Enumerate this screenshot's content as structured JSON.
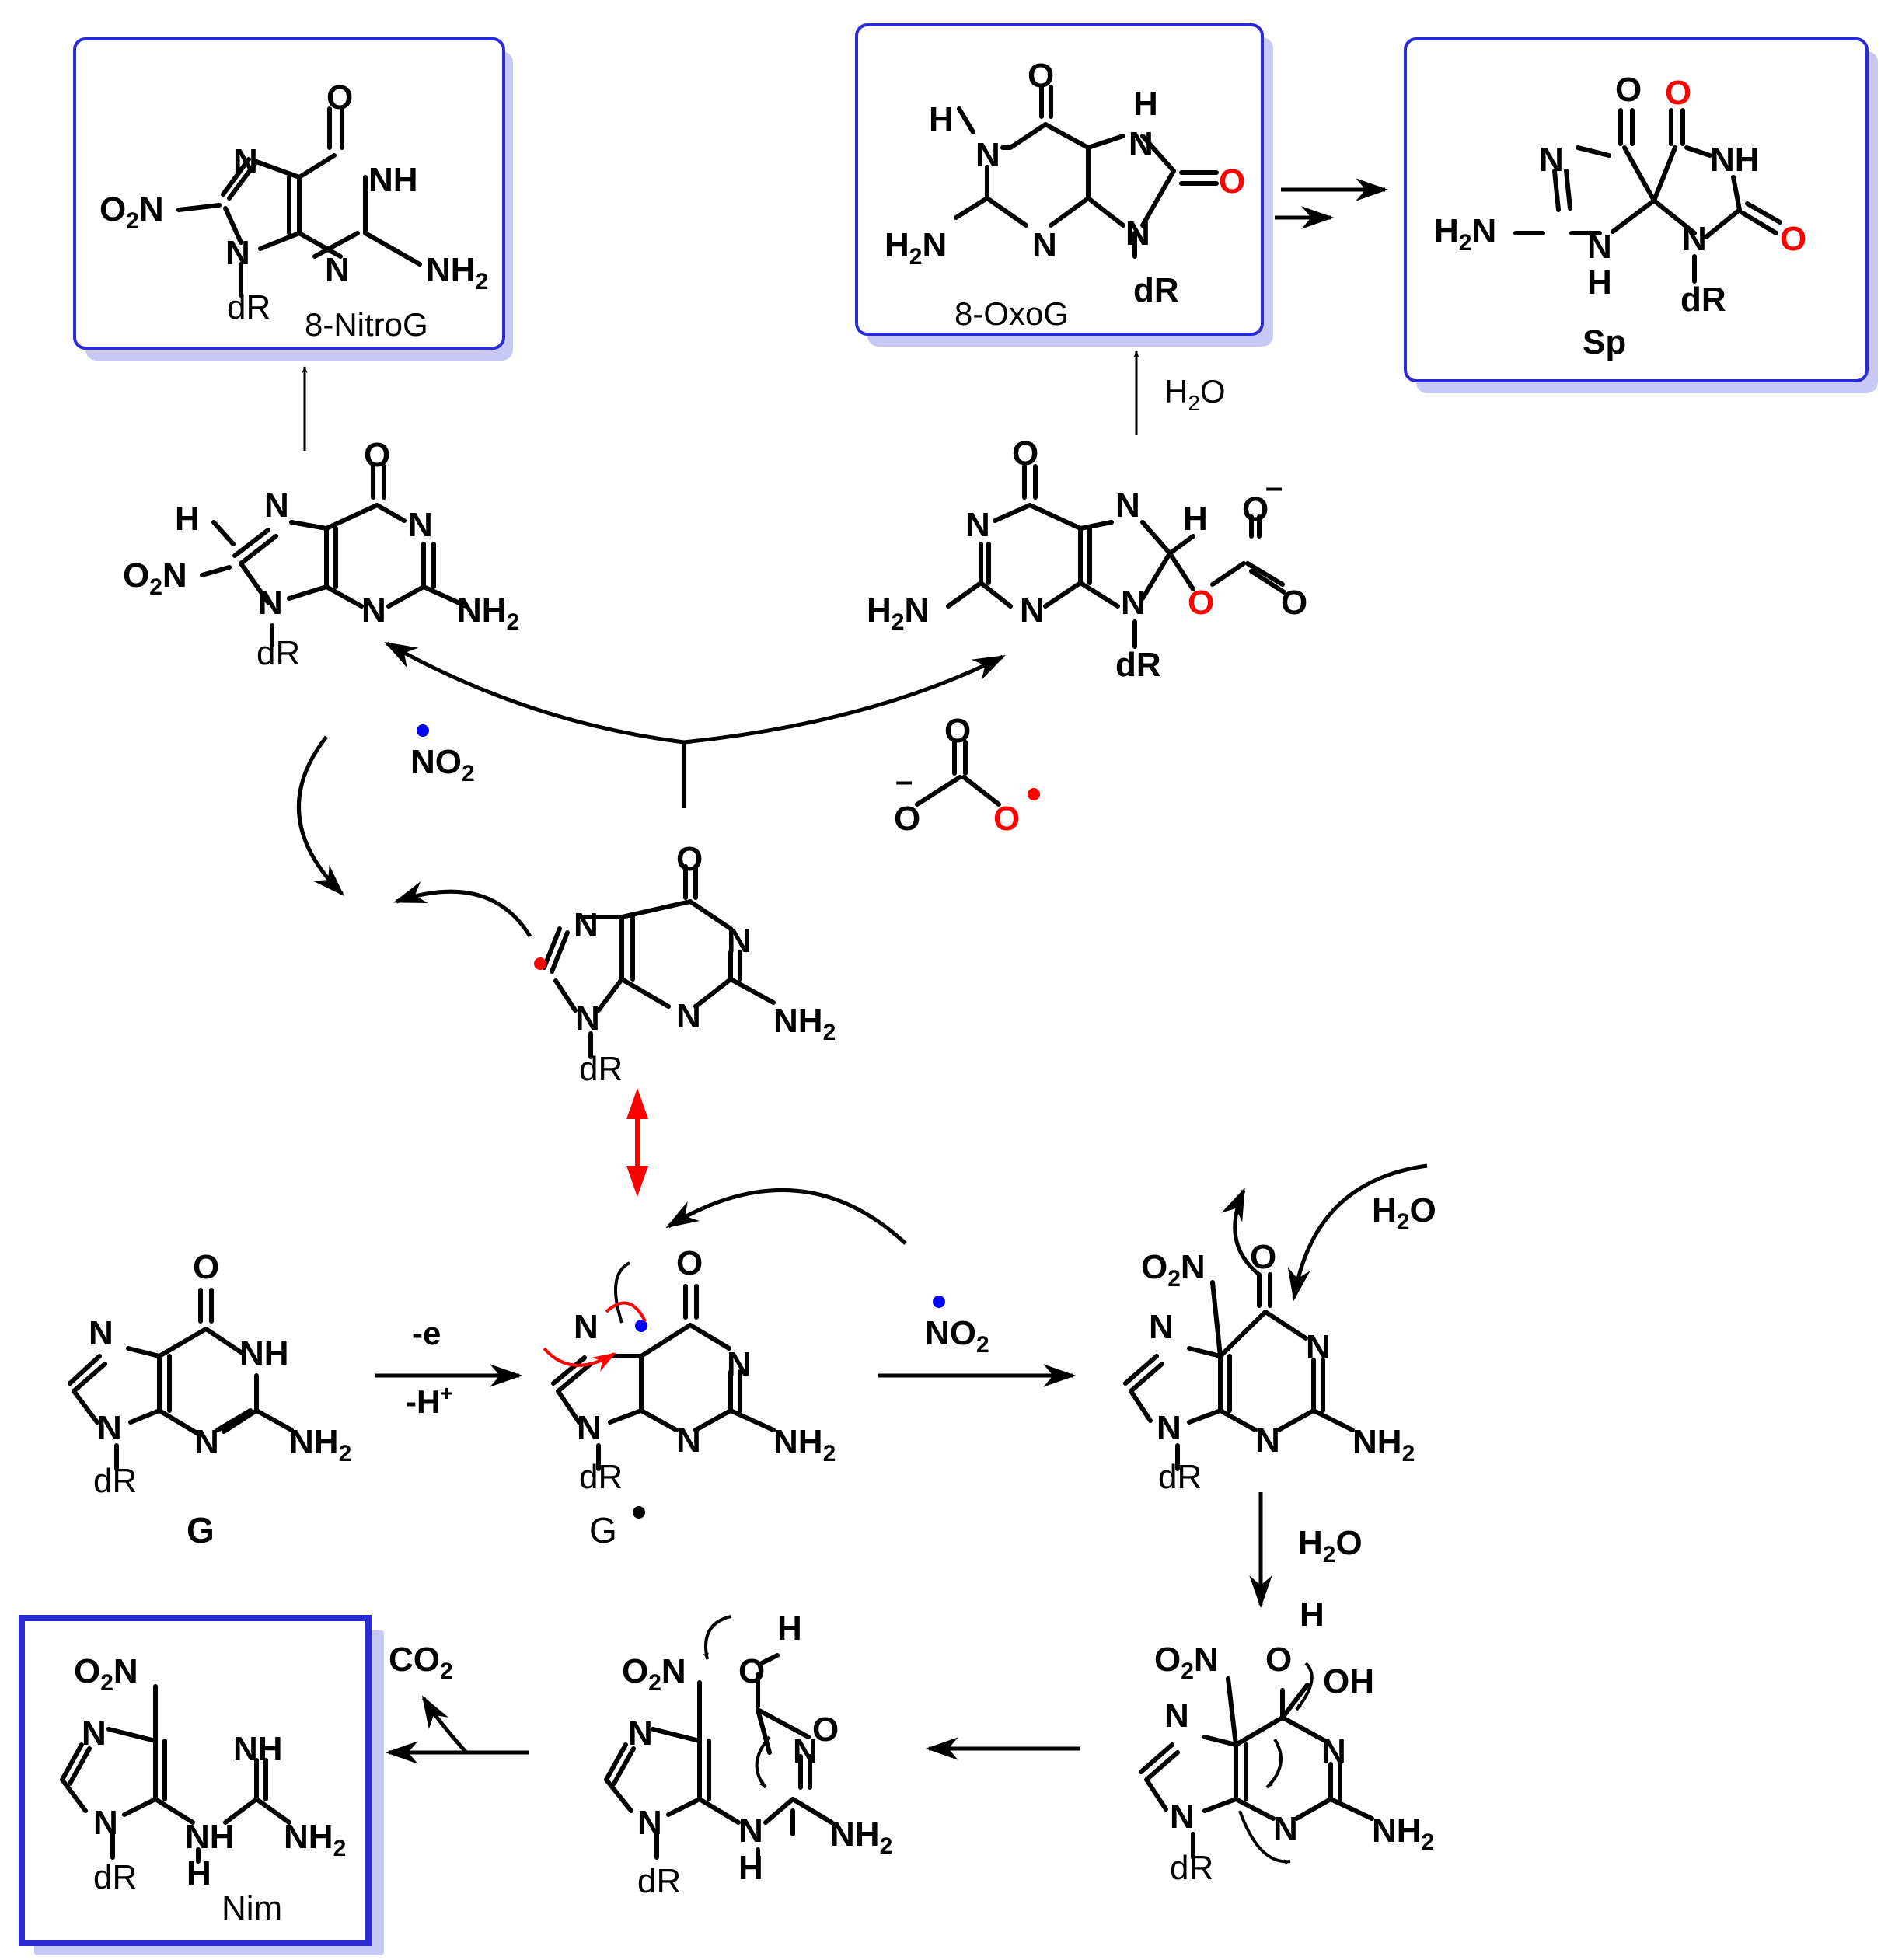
{
  "atoms": {
    "O": "O",
    "N": "N",
    "H": "H",
    "NH": "NH",
    "OH": "OH",
    "NH2": "NH",
    "H2N": "H",
    "O2N": "O",
    "NO2": "NO",
    "N_sfx": "N",
    "sub2": "2",
    "dR": "dR",
    "minus": "–"
  },
  "labels": {
    "nitroG": "8-NitroG",
    "oxoG": "8-OxoG",
    "sp": "Sp",
    "g": "G",
    "g_radical": "G",
    "nim": "Nim",
    "water": "H",
    "water_o": "O",
    "co2": "CO",
    "minus_e": "-e",
    "minus_h": "-H",
    "plus": "+"
  },
  "colors": {
    "box_border": "#2b2bd6",
    "box_shadow": "#c8c8f4",
    "red": "#ff0000",
    "blue": "#0000ff"
  }
}
